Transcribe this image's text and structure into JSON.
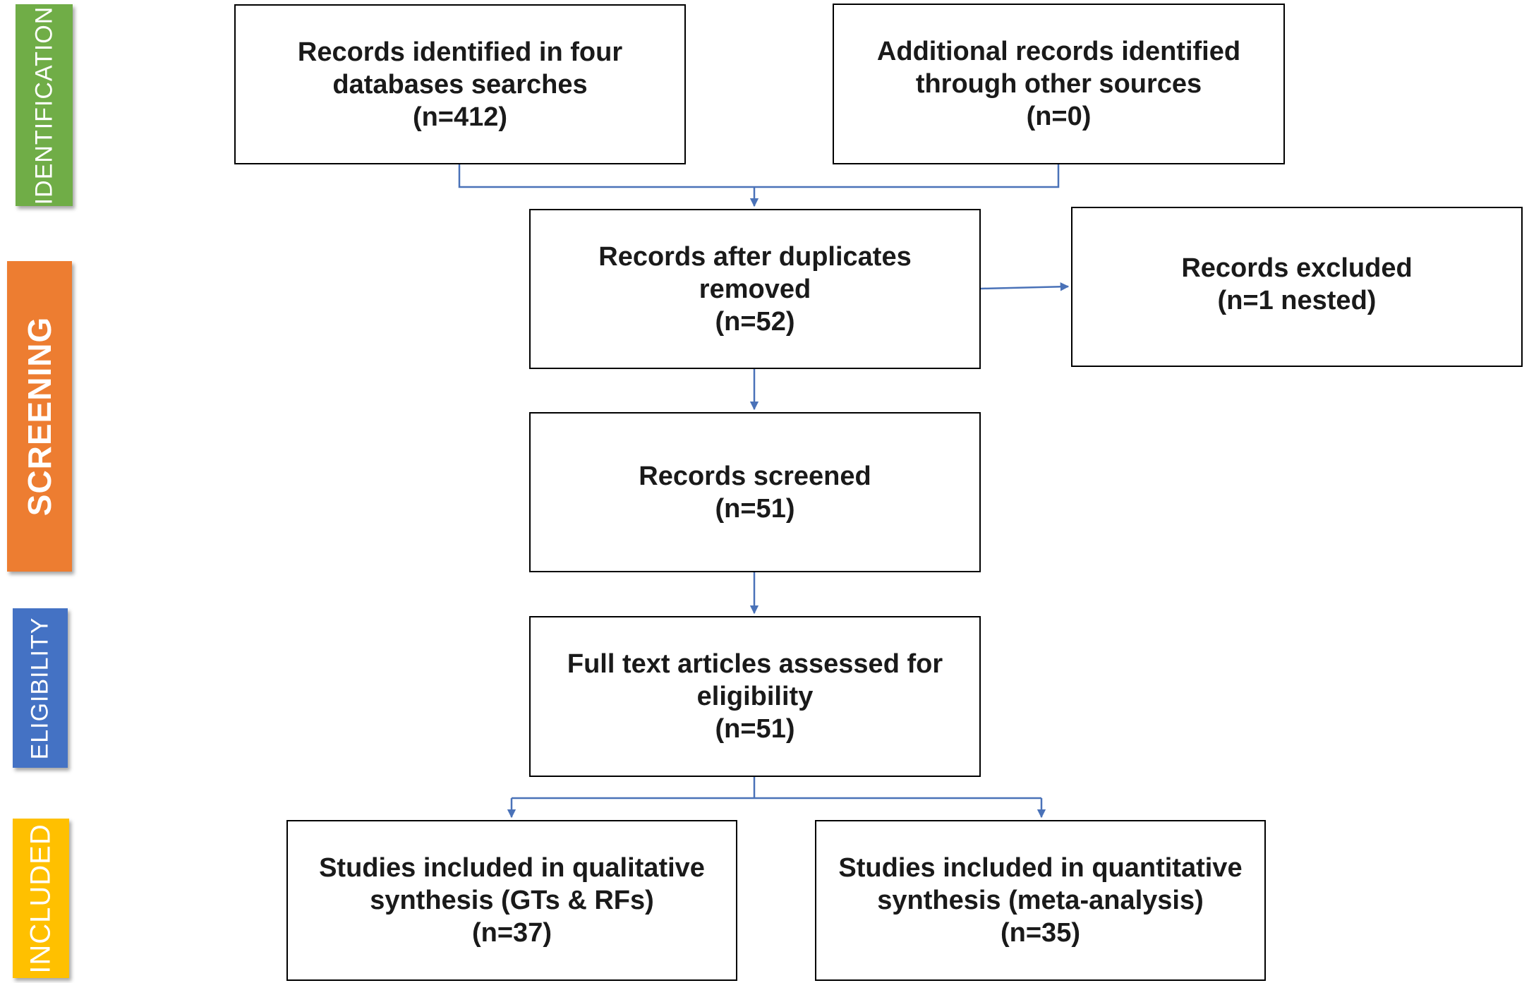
{
  "phases": {
    "identification": "IDENTIFICATION",
    "screening": "SCREENING",
    "eligibility": "ELIGIBILITY",
    "included": "INCLUDED"
  },
  "boxes": {
    "database_records": {
      "line1": "Records identified in four",
      "line2": "databases searches",
      "count": "(n=412)"
    },
    "additional_records": {
      "line1": "Additional records identified",
      "line2": "through other sources",
      "count": "(n=0)"
    },
    "after_duplicates": {
      "line1": "Records after duplicates",
      "line2": "removed",
      "count": "(n=52)"
    },
    "excluded": {
      "line1": "Records excluded",
      "count": "(n=1 nested)"
    },
    "screened": {
      "line1": "Records screened",
      "count": "(n=51)"
    },
    "full_text": {
      "line1": "Full text articles assessed for",
      "line2": "eligibility",
      "count": "(n=51)"
    },
    "qualitative": {
      "line1": "Studies included in qualitative",
      "line2": "synthesis (GTs & RFs)",
      "count": "(n=37)"
    },
    "quantitative": {
      "line1": "Studies included in quantitative",
      "line2": "synthesis (meta-analysis)",
      "count": "(n=35)"
    }
  },
  "colors": {
    "identification": "#70ad47",
    "screening": "#ed7d31",
    "eligibility": "#4472c4",
    "included": "#ffc000",
    "connector": "#4a72b8"
  }
}
